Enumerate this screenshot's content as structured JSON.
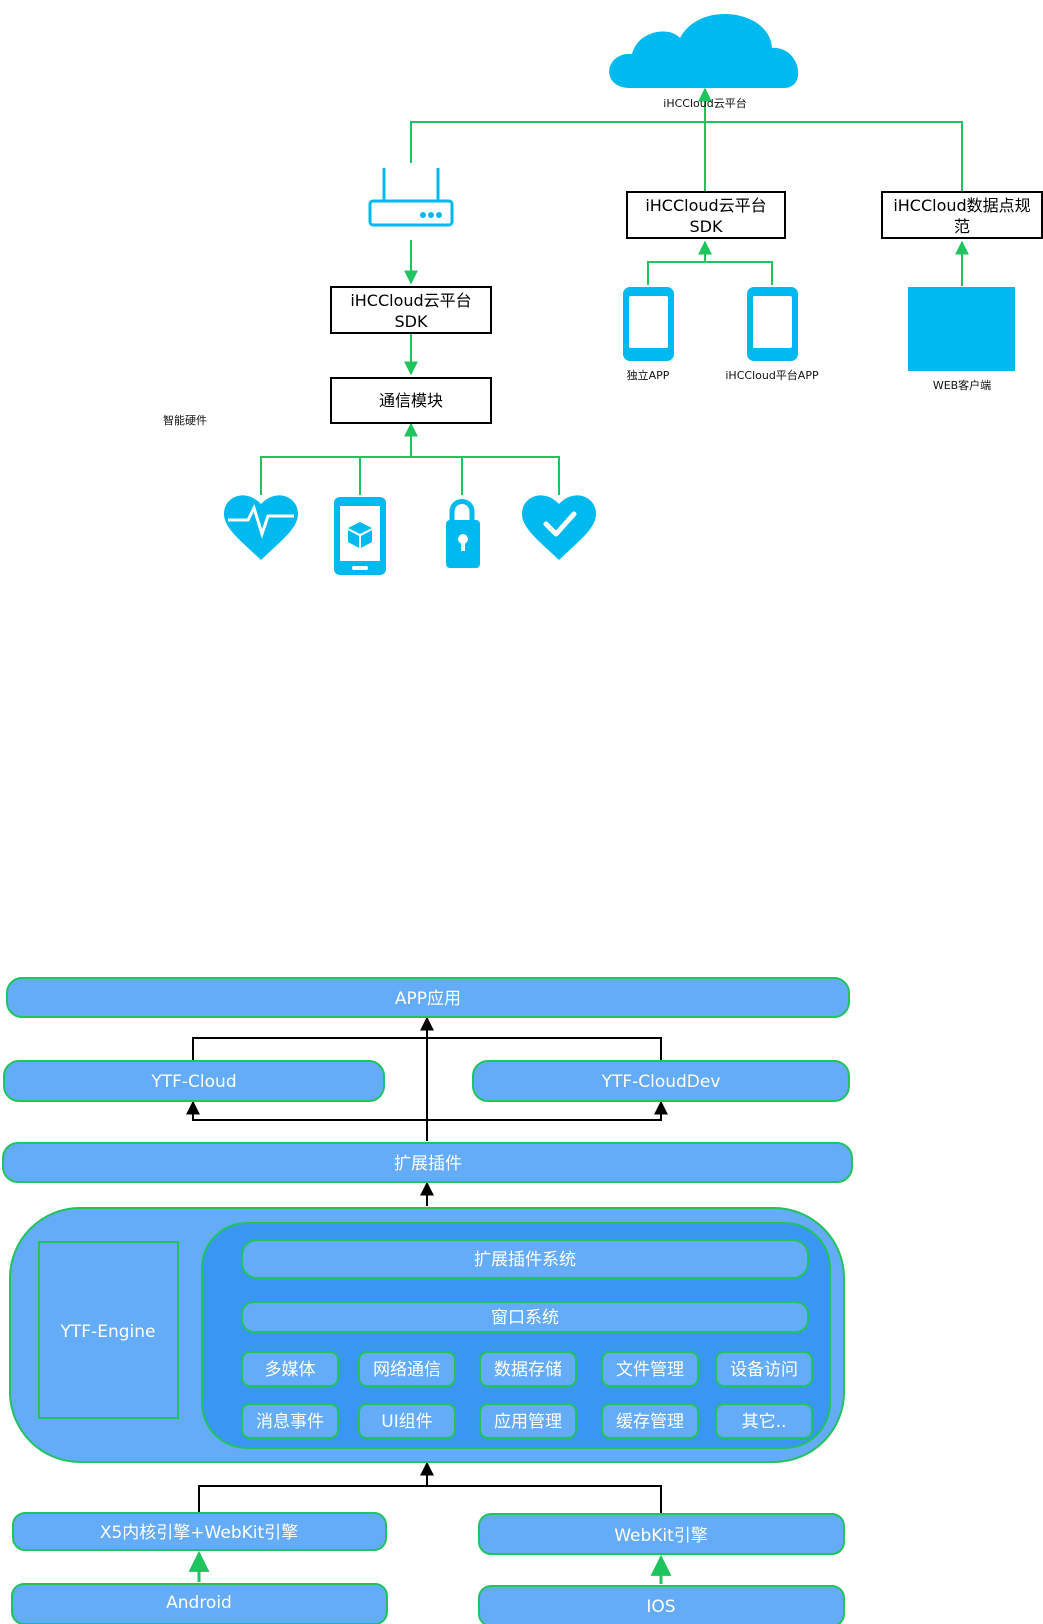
{
  "top": {
    "cloud_label": "iHCCloud云平台",
    "sdk_mobile": [
      "iHCCloud云平台",
      "SDK"
    ],
    "spec_box": [
      "iHCCloud数据点规",
      "范"
    ],
    "sdk_hw": [
      "iHCCloud云平台",
      "SDK"
    ],
    "comm_module": "通信模块",
    "hw_label": "智能硬件",
    "app_standalone": "独立APP",
    "app_platform": "iHCCloud平台APP",
    "web_client": "WEB客户端"
  },
  "arch": {
    "app": "APP应用",
    "ytf_cloud": "YTF-Cloud",
    "ytf_clouddev": "YTF-CloudDev",
    "plugins": "扩展插件",
    "engine": "YTF-Engine",
    "plugin_system": "扩展插件系统",
    "window_system": "窗口系统",
    "modules_row1": [
      "多媒体",
      "网络通信",
      "数据存储",
      "文件管理",
      "设备访问"
    ],
    "modules_row2": [
      "消息事件",
      "UI组件",
      "应用管理",
      "缓存管理",
      "其它.."
    ],
    "x5": "X5内核引擎+WebKit引擎",
    "webkit": "WebKit引擎",
    "android": "Android",
    "ios": "IOS"
  },
  "colors": {
    "green": "#1fc45e",
    "cyan": "#00b9ef",
    "box_blue": "#64acf8",
    "inner_blue": "#3996f3"
  }
}
